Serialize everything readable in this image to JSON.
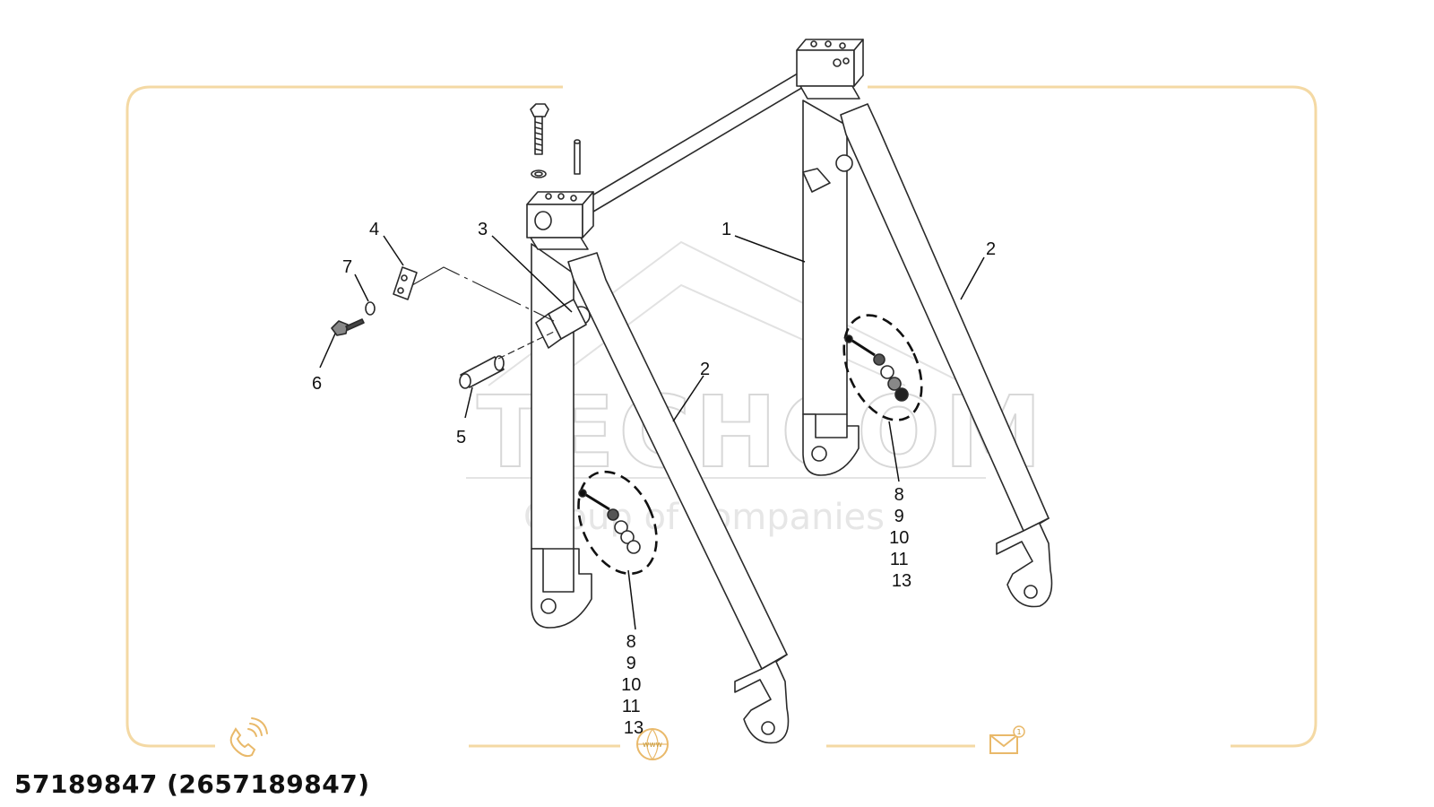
{
  "brand": {
    "watermark_main": "TECHCOM",
    "watermark_sub": "Group of companies",
    "frame_color": "#f4d9a4",
    "icon_color": "#e9b96a"
  },
  "footer": {
    "part_number": "57189847 (2657189847)",
    "icons": [
      "phone-icon",
      "website-icon",
      "email-icon"
    ],
    "www_label": "www",
    "email_badge": "1"
  },
  "diagram": {
    "callouts": {
      "c1": "1",
      "c2a": "2",
      "c2b": "2",
      "c3": "3",
      "c4": "4",
      "c5": "5",
      "c6": "6",
      "c7": "7",
      "group_left": [
        "8",
        "9",
        "10",
        "11",
        "13"
      ],
      "group_right": [
        "8",
        "9",
        "10",
        "11",
        "13"
      ]
    }
  }
}
